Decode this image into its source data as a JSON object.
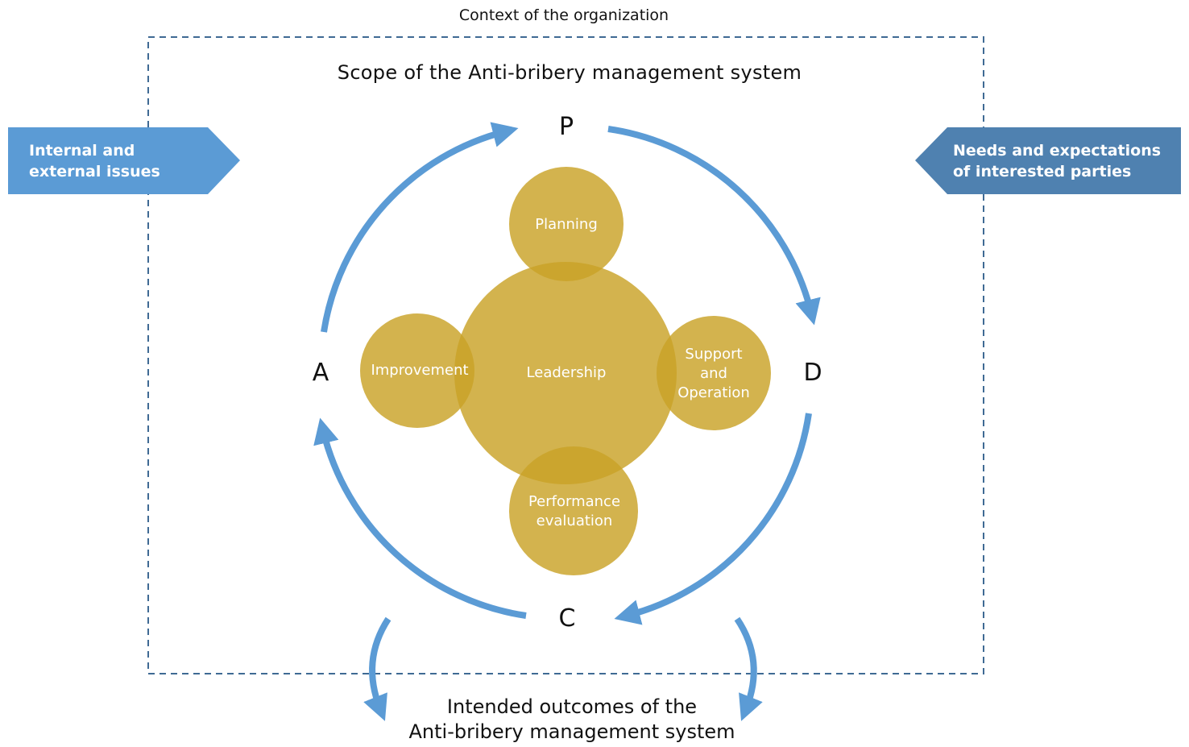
{
  "context_title": "Context of the organization",
  "scope_title": "Scope of the Anti-bribery management system",
  "left_input": {
    "line1": "Internal and",
    "line2": "external issues",
    "color": "#5b9bd5"
  },
  "right_input": {
    "line1": "Needs and expectations",
    "line2": "of interested parties",
    "color": "#4f81b0"
  },
  "pdca": {
    "p": "P",
    "d": "D",
    "c": "C",
    "a": "A",
    "arrow_color": "#5b9bd5"
  },
  "circles": {
    "center": "Leadership",
    "top": "Planning",
    "right": {
      "line1": "Support",
      "line2": "and",
      "line3": "Operation"
    },
    "bottom": {
      "line1": "Performance",
      "line2": "evaluation"
    },
    "left": "Improvement",
    "fill_color": "#c9a227"
  },
  "outcome": {
    "line1": "Intended outcomes of the",
    "line2": "Anti-bribery management system"
  }
}
